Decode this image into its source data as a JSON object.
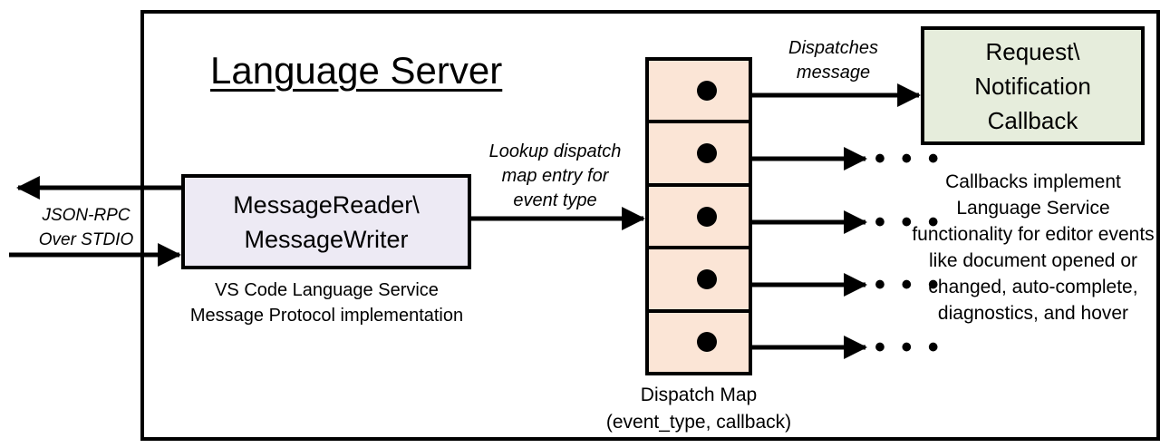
{
  "diagram": {
    "title": "Language Server",
    "frame_name": "language-server-boundary"
  },
  "nodes": {
    "message_reader": {
      "label": "MessageReader\\\nMessageWriter",
      "caption": "VS Code Language Service\nMessage Protocol implementation",
      "fill": "#EDEAF4"
    },
    "dispatch_map": {
      "caption": "Dispatch Map\n(event_type, callback)",
      "fill": "#FBE5D6",
      "rows": 5,
      "row_names": [
        "dispatch-map-entry-1",
        "dispatch-map-entry-2",
        "dispatch-map-entry-3",
        "dispatch-map-entry-4",
        "dispatch-map-entry-5"
      ]
    },
    "callback": {
      "label": "Request\\\nNotification\nCallback",
      "caption": "Callbacks implement Language Service functionality for editor events like document opened or changed, auto-complete, diagnostics, and hover",
      "fill": "#E6EDDC"
    }
  },
  "edges": {
    "external_io": {
      "label": "JSON-RPC\nOver STDIO",
      "style": "italic"
    },
    "lookup": {
      "label": "Lookup dispatch\nmap entry for\nevent type",
      "style": "italic"
    },
    "dispatches": {
      "label": "Dispatches\nmessage",
      "style": "italic"
    },
    "more": {
      "label": "• • •",
      "count": 4
    }
  },
  "colors": {
    "stroke": "#000000",
    "background": "#FFFFFF",
    "lavender": "#EDEAF4",
    "peach": "#FBE5D6",
    "green": "#E6EDDC"
  }
}
